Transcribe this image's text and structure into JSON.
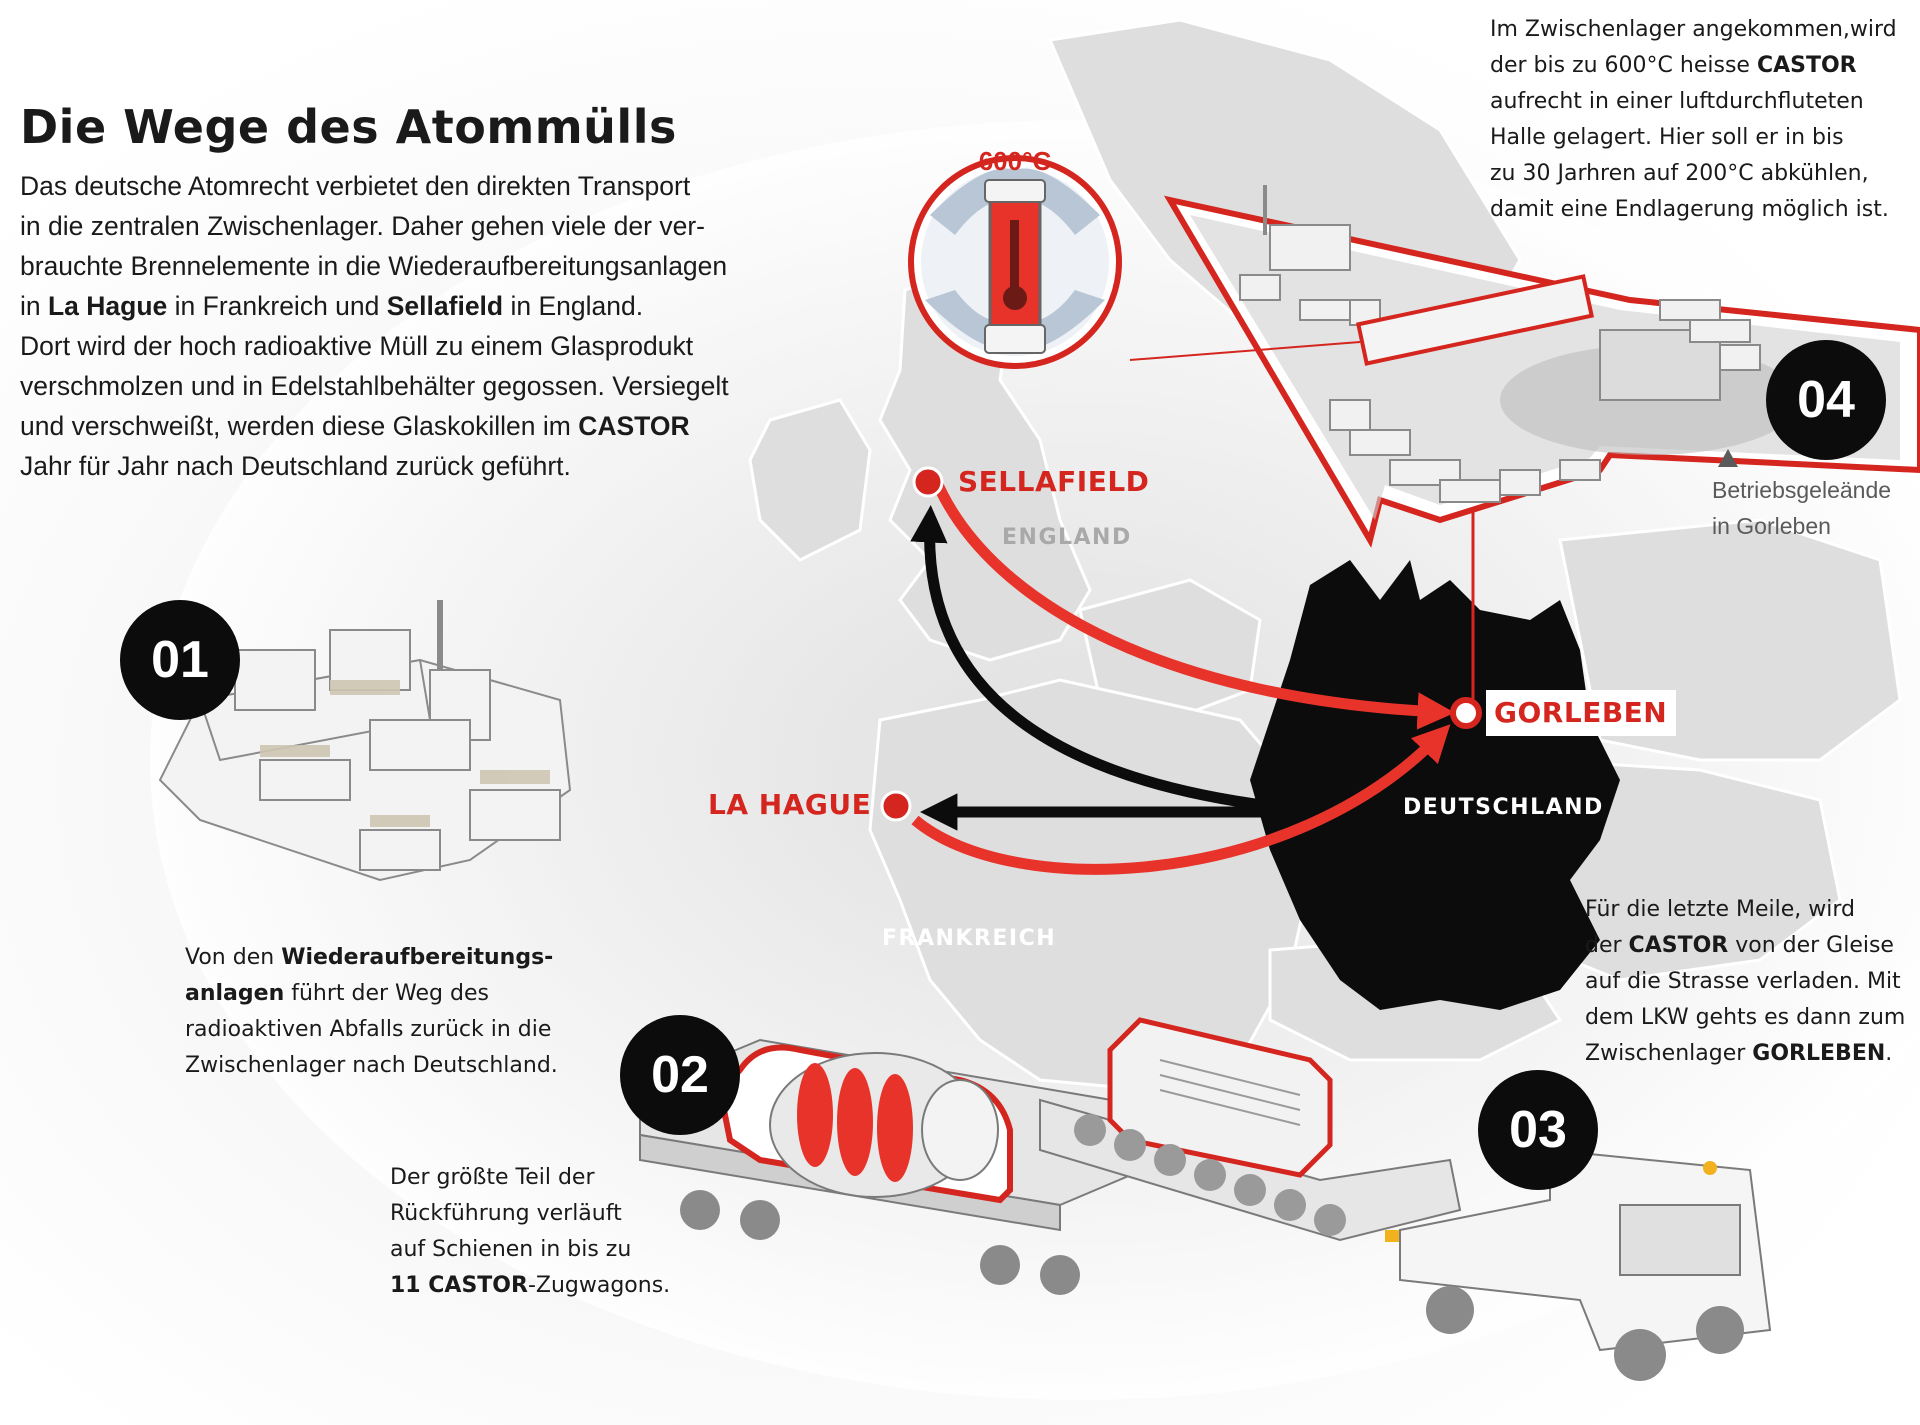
{
  "title": "Die Wege des Atommülls",
  "intro": [
    [
      {
        "t": "Das deutsche Atomrecht verbietet den direkten Transport"
      }
    ],
    [
      {
        "t": "in die zentralen Zwischenlager. Daher gehen viele der ver-"
      }
    ],
    [
      {
        "t": "brauchte Brennelemente in die Wiederaufbereitungsanlagen"
      }
    ],
    [
      {
        "t": "in "
      },
      {
        "t": "La Hague",
        "b": true
      },
      {
        "t": " in Frankreich und "
      },
      {
        "t": "Sellafield",
        "b": true
      },
      {
        "t": " in England."
      }
    ],
    [
      {
        "t": "Dort wird der hoch radioaktive Müll zu einem Glasprodukt"
      }
    ],
    [
      {
        "t": "verschmolzen und in Edelstahlbehälter gegossen. Versiegelt"
      }
    ],
    [
      {
        "t": "und verschweißt, werden diese Glaskokillen im "
      },
      {
        "t": "CASTOR",
        "b": true
      }
    ],
    [
      {
        "t": "Jahr für Jahr nach Deutschland zurück geführt."
      }
    ]
  ],
  "steps": {
    "s01": "01",
    "s02": "02",
    "s03": "03",
    "s04": "04"
  },
  "captions": {
    "c01": [
      [
        {
          "t": "Von den "
        },
        {
          "t": "Wiederaufbereitungs-",
          "b": true
        }
      ],
      [
        {
          "t": "anlagen",
          "b": true
        },
        {
          "t": " führt der Weg des"
        }
      ],
      [
        {
          "t": "radioaktiven Abfalls zurück in die"
        }
      ],
      [
        {
          "t": "Zwischenlager nach Deutschland."
        }
      ]
    ],
    "c02": [
      [
        {
          "t": "Der größte Teil der"
        }
      ],
      [
        {
          "t": "Rückführung verläuft"
        }
      ],
      [
        {
          "t": "auf Schienen in bis zu"
        }
      ],
      [
        {
          "t": "11 CASTOR",
          "b": true
        },
        {
          "t": "-Zugwagons."
        }
      ]
    ],
    "c03": [
      [
        {
          "t": "Für die letzte Meile, wird"
        }
      ],
      [
        {
          "t": "der "
        },
        {
          "t": "CASTOR",
          "b": true
        },
        {
          "t": " von der Gleise"
        }
      ],
      [
        {
          "t": "auf die Strasse verladen. Mit"
        }
      ],
      [
        {
          "t": "dem LKW gehts es dann zum"
        }
      ],
      [
        {
          "t": "Zwischenlager "
        },
        {
          "t": "GORLEBEN",
          "b": true
        },
        {
          "t": "."
        }
      ]
    ],
    "c04": [
      [
        {
          "t": "Im Zwischenlager angekommen,wird"
        }
      ],
      [
        {
          "t": "der bis zu 600°C heisse "
        },
        {
          "t": "CASTOR",
          "b": true
        }
      ],
      [
        {
          "t": "aufrecht in einer luftdurchfluteten"
        }
      ],
      [
        {
          "t": "Halle gelagert. Hier soll er in bis"
        }
      ],
      [
        {
          "t": "zu 30 Jarhren auf 200°C abkühlen,"
        }
      ],
      [
        {
          "t": "damit eine Endlagerung möglich ist."
        }
      ]
    ]
  },
  "legend": {
    "line1": "Betriebsgeleände",
    "line2": "in Gorleben"
  },
  "map": {
    "sellafield": "SELLAFIELD",
    "la_hague": "LA HAGUE",
    "gorleben": "GORLEBEN",
    "england": "ENGLAND",
    "frankreich": "FRANKREICH",
    "deutschland": "DEUTSCHLAND"
  },
  "temperature": "600°C",
  "colors": {
    "accent_red": "#d4261f",
    "germany_black": "#0c0c0c",
    "map_grey": "#dedede"
  }
}
